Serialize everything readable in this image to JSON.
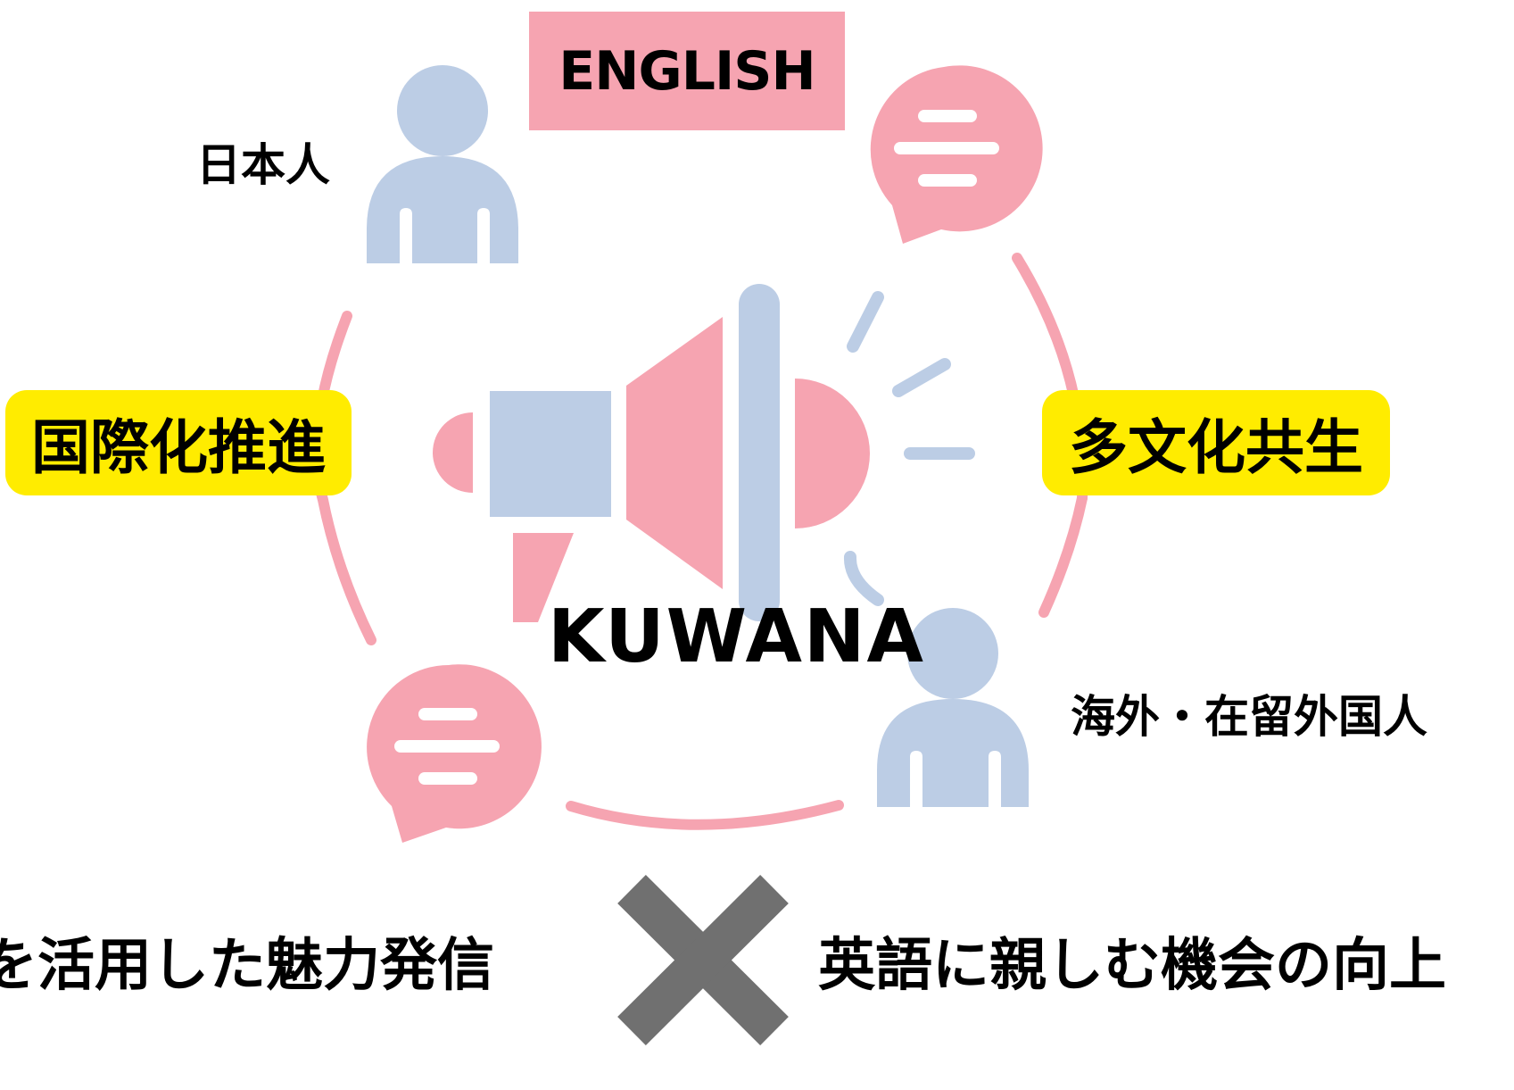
{
  "tags": {
    "english": "ENGLISH",
    "left": "国際化推進",
    "right": "多文化共生"
  },
  "labels": {
    "japanese": "日本人",
    "foreign": "海外・在留外国人",
    "center": "KUWANA"
  },
  "bottom": {
    "left": "を活用した魅力発信",
    "right": "英語に親しむ機会の向上"
  },
  "colors": {
    "pink": "#f6a4b1",
    "blue": "#bccde5",
    "yellow": "#ffec00",
    "gray": "#707070"
  },
  "icons": [
    "person-icon",
    "speech-bubble-icon",
    "megaphone-icon",
    "multiply-icon"
  ]
}
